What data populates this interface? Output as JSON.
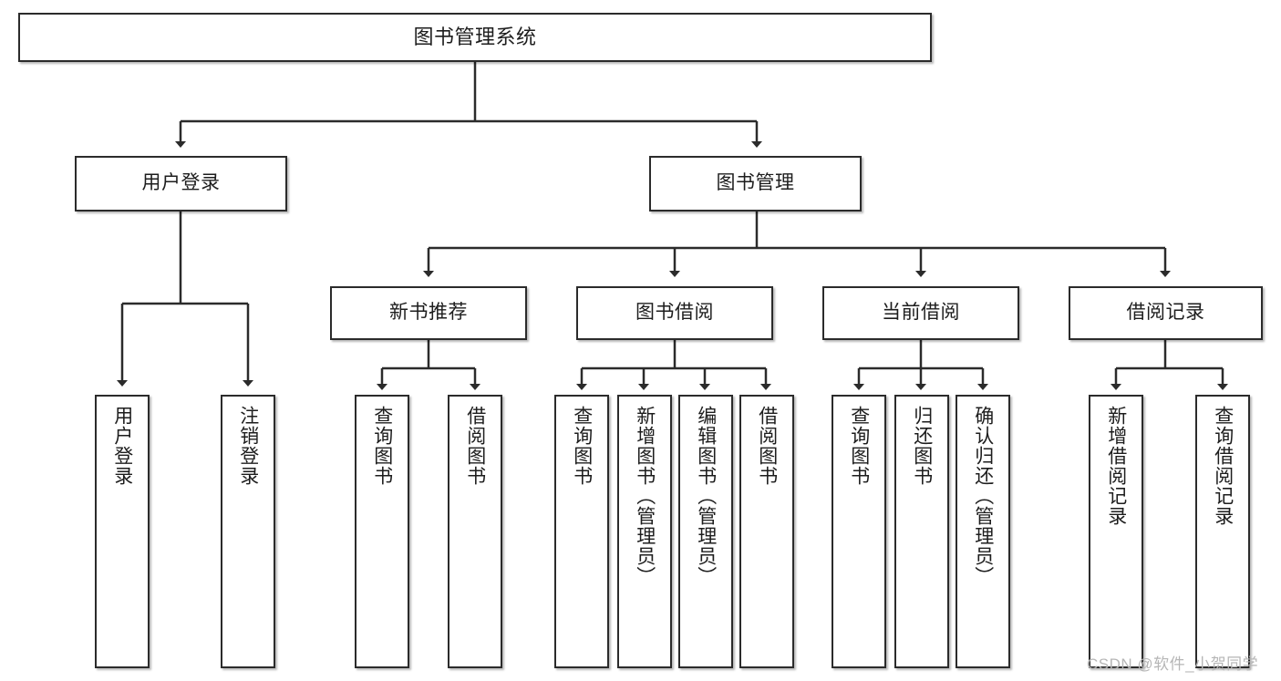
{
  "diagram": {
    "title": "图书管理系统",
    "type": "tree",
    "root": {
      "label": "图书管理系统"
    },
    "level2": [
      {
        "label": "用户登录"
      },
      {
        "label": "图书管理"
      }
    ],
    "level3": [
      {
        "label": "新书推荐"
      },
      {
        "label": "图书借阅"
      },
      {
        "label": "当前借阅"
      },
      {
        "label": "借阅记录"
      }
    ],
    "leaves": {
      "user_login": [
        {
          "label": "用户登录"
        },
        {
          "label": "注销登录"
        }
      ],
      "new_book": [
        {
          "label": "查询图书"
        },
        {
          "label": "借阅图书"
        }
      ],
      "book_borrow": [
        {
          "label": "查询图书"
        },
        {
          "label": "新增图书（管理员）"
        },
        {
          "label": "编辑图书（管理员）"
        },
        {
          "label": "借阅图书"
        }
      ],
      "current_borrow": [
        {
          "label": "查询图书"
        },
        {
          "label": "归还图书"
        },
        {
          "label": "确认归还（管理员）"
        }
      ],
      "borrow_record": [
        {
          "label": "新增借阅记录"
        },
        {
          "label": "查询借阅记录"
        }
      ]
    }
  },
  "watermark": {
    "text": "CSDN @软件_小贺同学"
  },
  "colors": {
    "stroke": "#2b2b2b",
    "fill": "#ffffff",
    "text": "#1d1d1d",
    "watermark": "#b6b6b6"
  }
}
